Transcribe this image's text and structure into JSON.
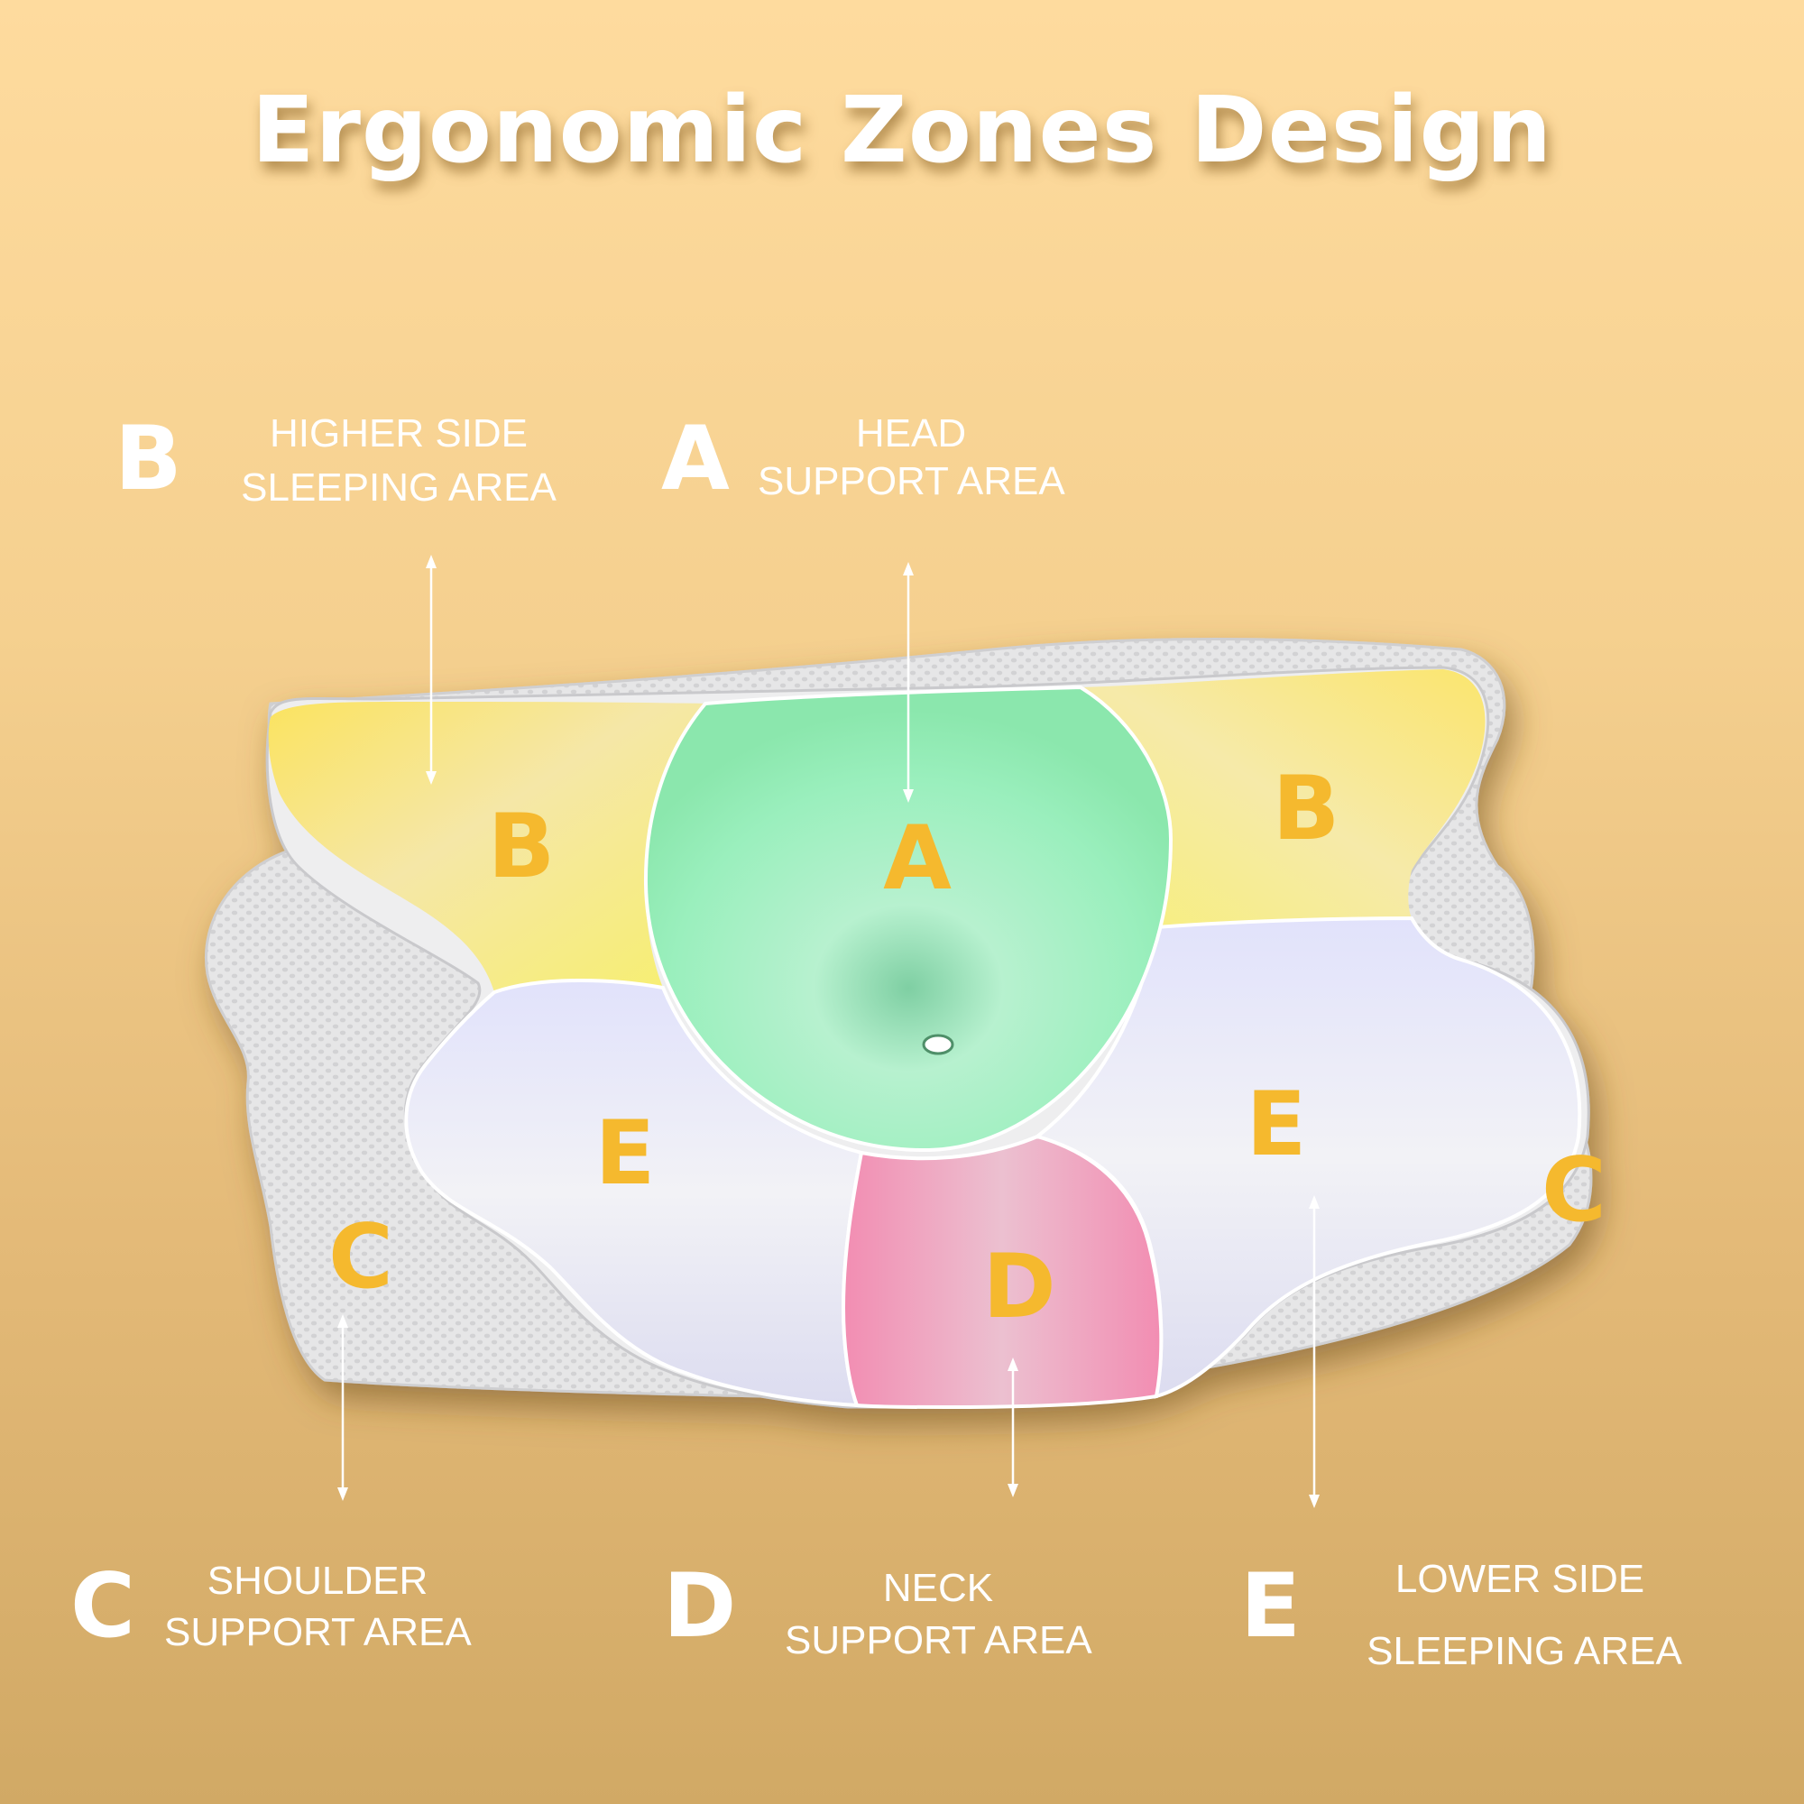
{
  "title": "Ergonomic Zones Design",
  "legend": [
    {
      "letter": "B",
      "line1": "HIGHER SIDE",
      "line2": "SLEEPING AREA"
    },
    {
      "letter": "A",
      "line1": "HEAD",
      "line2": "SUPPORT AREA"
    },
    {
      "letter": "C",
      "line1": "SHOULDER",
      "line2": "SUPPORT AREA"
    },
    {
      "letter": "D",
      "line1": "NECK",
      "line2": "SUPPORT AREA"
    },
    {
      "letter": "E",
      "line1": "LOWER SIDE",
      "line2": "SLEEPING AREA"
    }
  ],
  "zone_labels": {
    "b_left": "B",
    "a": "A",
    "b_right": "B",
    "e_left": "E",
    "e_right": "E",
    "c_left": "C",
    "c_right": "C",
    "d": "D"
  },
  "colors": {
    "zone_a": "#9aefbd",
    "zone_b": "#fbe76a",
    "zone_d": "#f5a3c2",
    "zone_e": "#e8e9fb",
    "letter": "#f5b92e",
    "pillow": "#e9e9ea"
  }
}
